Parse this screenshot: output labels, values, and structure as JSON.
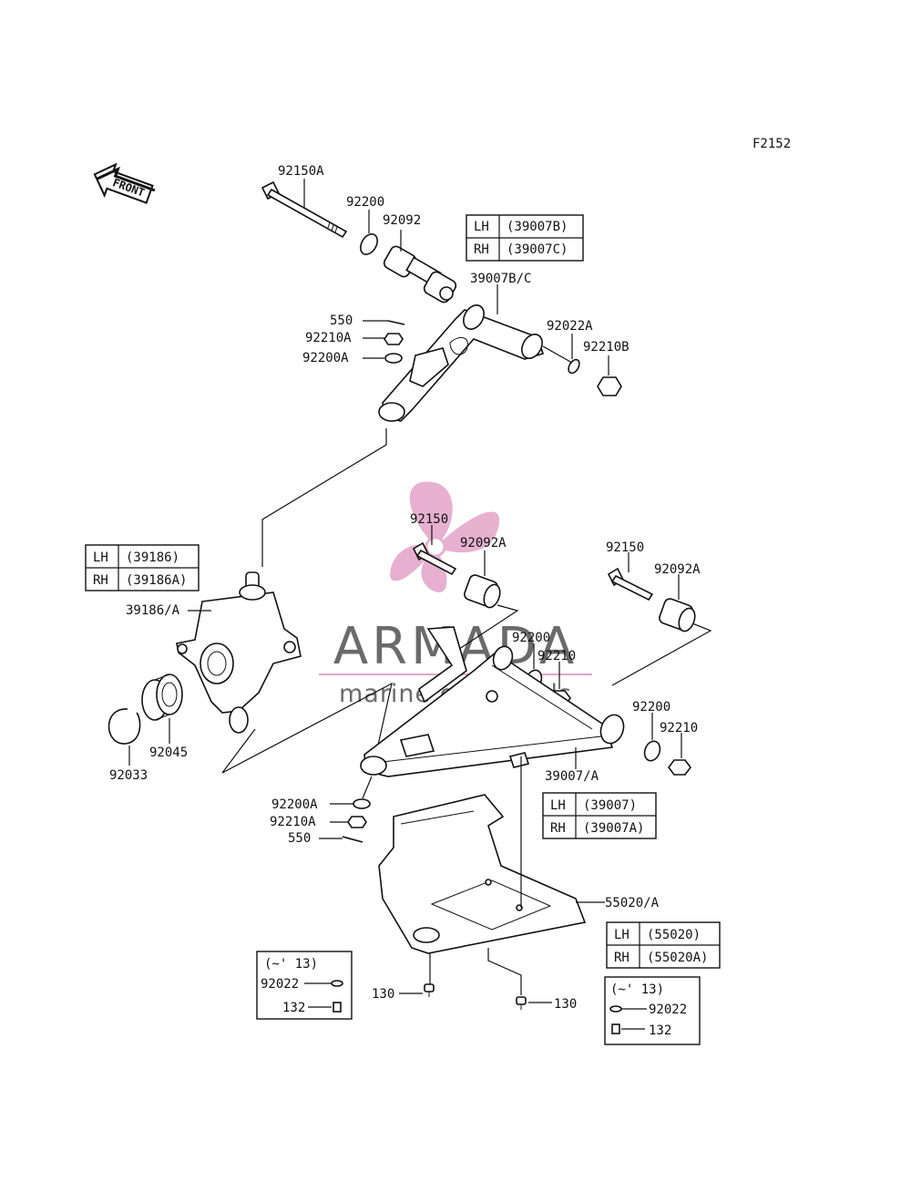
{
  "figure_code": "F2152",
  "front_arrow_label": "FRONT",
  "watermark": {
    "brand": "ARMADA",
    "tagline": "marine outboards",
    "logo_color": "#e3a3c8"
  },
  "part_labels": {
    "p92150A": "92150A",
    "p92200_top": "92200",
    "p92092": "92092",
    "p39007BC": "39007B/C",
    "p92022A": "92022A",
    "p92210B": "92210B",
    "p550_top": "550",
    "p92210A_top": "92210A",
    "p92200A_top": "92200A",
    "p39186A": "39186/A",
    "p92045": "92045",
    "p92033": "92033",
    "p92150_mid": "92150",
    "p92092A_mid": "92092A",
    "p92150_right": "92150",
    "p92092A_right": "92092A",
    "p92200_mid": "92200",
    "p92210_mid": "92210",
    "p92200_low": "92200",
    "p92210_low": "92210",
    "p39007A": "39007/A",
    "p92200A_bot": "92200A",
    "p92210A_bot": "92210A",
    "p550_bot": "550",
    "p55020A": "55020/A",
    "p130_left": "130",
    "p130_right": "130"
  },
  "tables": {
    "upper_arm": [
      {
        "side": "LH",
        "part": "(39007B)"
      },
      {
        "side": "RH",
        "part": "(39007C)"
      }
    ],
    "knuckle": [
      {
        "side": "LH",
        "part": "(39186)"
      },
      {
        "side": "RH",
        "part": "(39186A)"
      }
    ],
    "lower_arm": [
      {
        "side": "LH",
        "part": "(39007)"
      },
      {
        "side": "RH",
        "part": "(39007A)"
      }
    ],
    "guard": [
      {
        "side": "LH",
        "part": "(55020)"
      },
      {
        "side": "RH",
        "part": "(55020A)"
      }
    ]
  },
  "notes": {
    "left": {
      "title": "(~' 13)",
      "item1": "92022",
      "item2": "132"
    },
    "right": {
      "title": "(~' 13)",
      "item1": "92022",
      "item2": "132"
    }
  }
}
